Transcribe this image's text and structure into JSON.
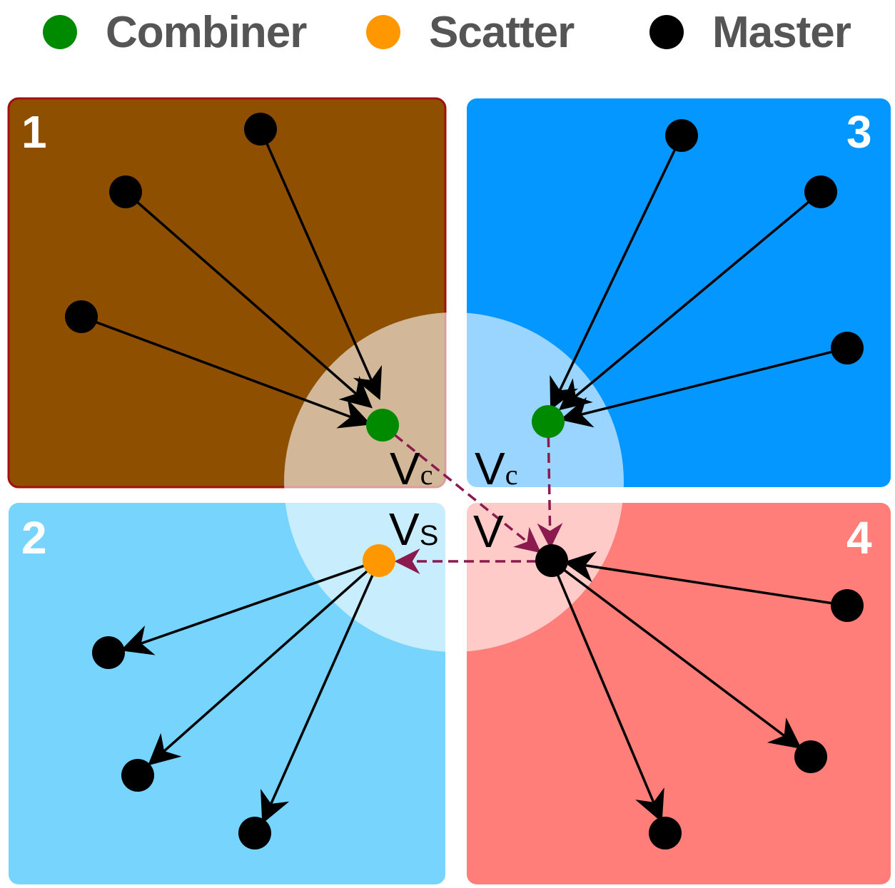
{
  "legend": {
    "items": [
      {
        "label": "Combiner",
        "color": "#008a00"
      },
      {
        "label": "Scatter",
        "color": "#ff9800"
      },
      {
        "label": "Master",
        "color": "#000000"
      }
    ]
  },
  "quadrants": [
    {
      "number": "1",
      "color": "#8f4f00",
      "border": "#a01010"
    },
    {
      "number": "2",
      "color": "#77d4fd"
    },
    {
      "number": "3",
      "color": "#0497ff"
    },
    {
      "number": "4",
      "color": "#ff7e79"
    }
  ],
  "center_circle": {
    "color": "#ffffff",
    "opacity": 0.6
  },
  "labels": {
    "v_c_left": {
      "main": "V",
      "sub": "c"
    },
    "v_c_right": {
      "main": "V",
      "sub": "c"
    },
    "v_s": {
      "main": "V",
      "sub": "S"
    },
    "v": {
      "main": "V"
    }
  },
  "colors": {
    "edge": "#000000",
    "dashed_edge": "#8b1a4f"
  }
}
